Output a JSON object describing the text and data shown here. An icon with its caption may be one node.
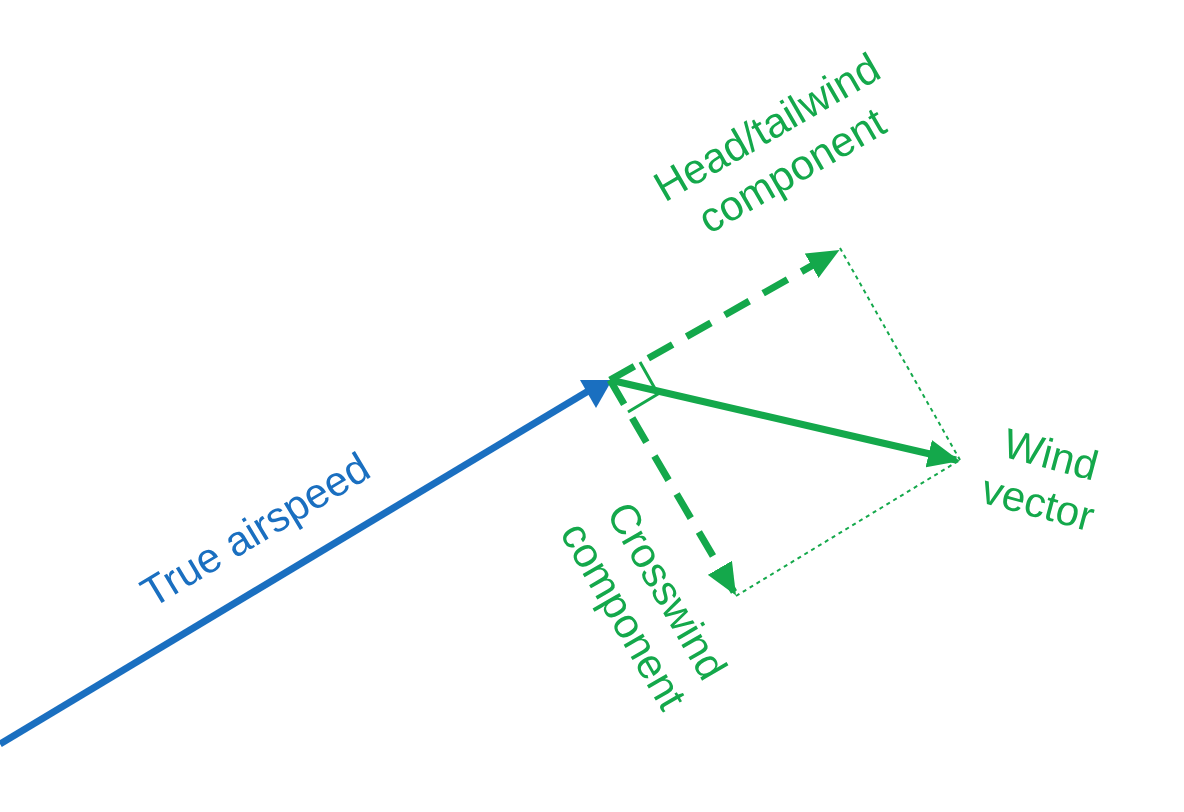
{
  "diagram": {
    "labels": [
      "Head/tailwind component",
      "Wind vector",
      "True airspeed",
      "Crosswind component"
    ]
  }
}
